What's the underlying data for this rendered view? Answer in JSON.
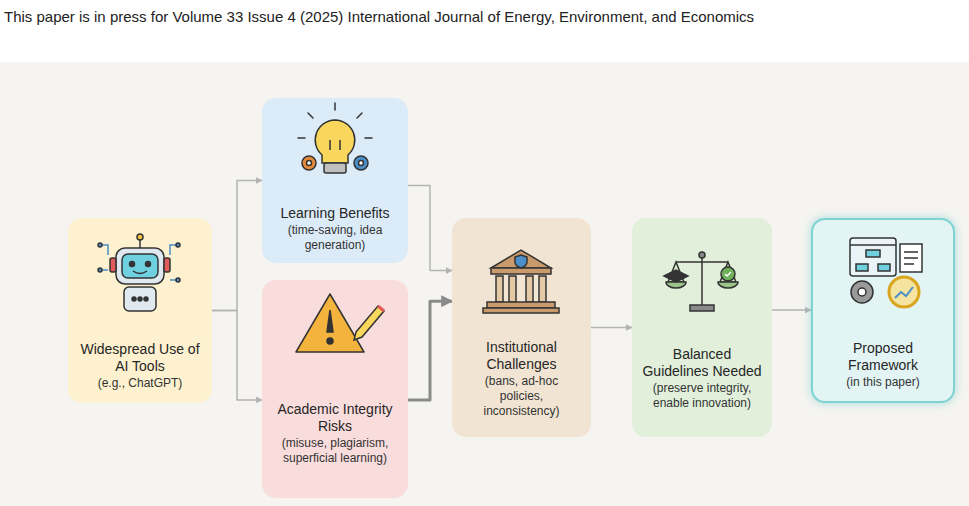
{
  "diagram": {
    "nodes": [
      {
        "text": [
          "Widespread Use of AI Tools",
          "(e.g., ChatGPT)"
        ]
      },
      {
        "text": [
          "Learning Benefits",
          "(time-saving, idea generation)"
        ]
      },
      {
        "text": [
          "Academic Integrity Risks",
          "(misuse, plagiarism, superficial learning)"
        ]
      },
      {
        "text": [
          "Institutional Challenges",
          "(bans, ad-hoc policies, inconsistency)"
        ]
      },
      {
        "text": [
          "Balanced Guidelines Needed",
          "(preserve integrity, enable innovation)"
        ]
      },
      {
        "text": [
          "Proposed Framework",
          "(in this paper)"
        ]
      }
    ],
    "edges": [
      {
        "from": 0,
        "to": 1,
        "arrow": "to"
      },
      {
        "from": 0,
        "to": 2,
        "arrow": "to"
      },
      {
        "from": 1,
        "to": 3,
        "arrow": "to"
      },
      {
        "from": 2,
        "to": 3,
        "arrow": "to"
      },
      {
        "from": 3,
        "to": 4,
        "arrow": "to"
      },
      {
        "from": 4,
        "to": 5,
        "arrow": "to"
      }
    ],
    "labels": [
      "This paper is in press for Volume 33 Issue 4 (2025) International Journal of Energy, Environment, and Economics"
    ]
  }
}
